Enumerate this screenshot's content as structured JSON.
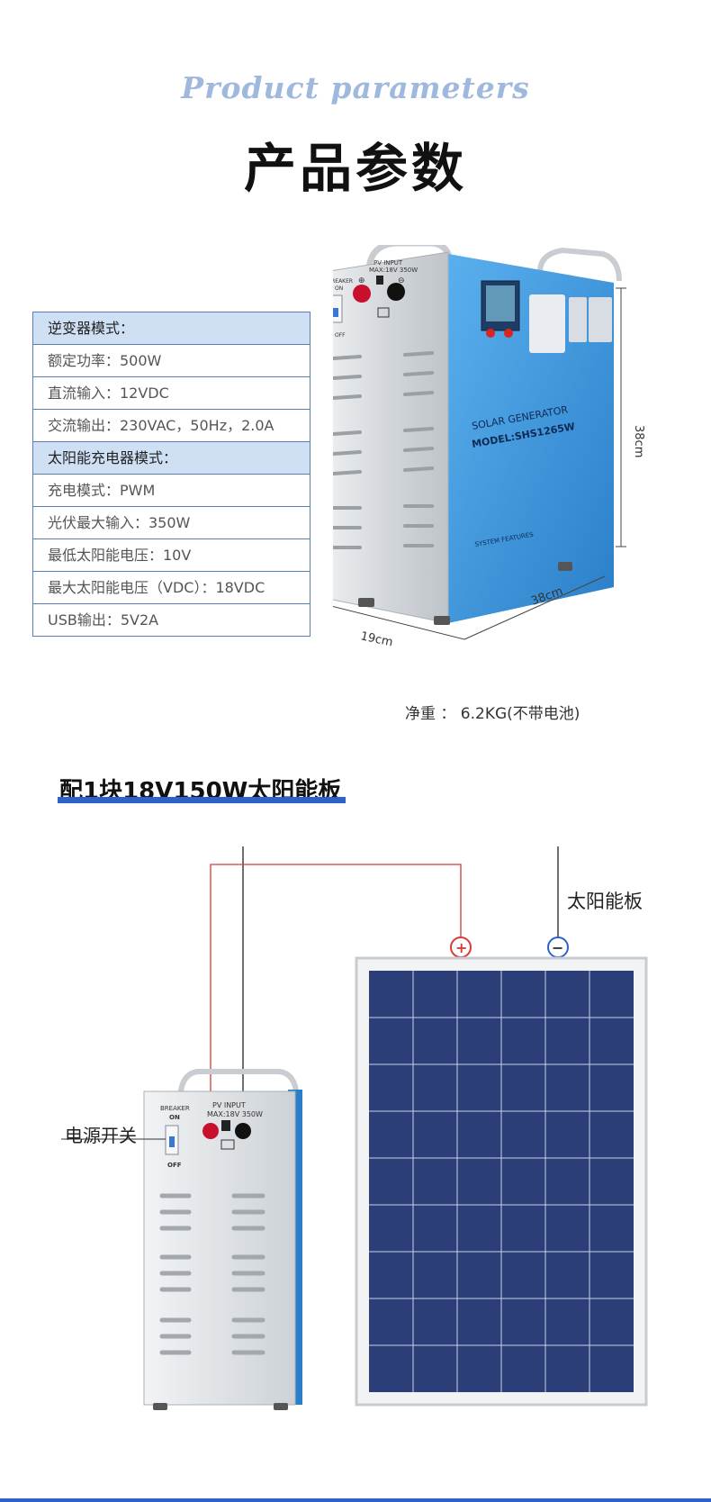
{
  "header": {
    "title_en": "Product parameters",
    "title_cn": "产品参数"
  },
  "spec_table": {
    "rows": [
      {
        "text": "逆变器模式：",
        "section": true
      },
      {
        "text": "额定功率：500W",
        "section": false
      },
      {
        "text": "直流输入：12VDC",
        "section": false
      },
      {
        "text": "交流输出：230VAC，50Hz，2.0A",
        "section": false
      },
      {
        "text": "太阳能充电器模式：",
        "section": true
      },
      {
        "text": "充电模式：PWM",
        "section": false
      },
      {
        "text": "光伏最大输入：350W",
        "section": false
      },
      {
        "text": "最低太阳能电压：10V",
        "section": false
      },
      {
        "text": "最大太阳能电压（VDC）：18VDC",
        "section": false
      },
      {
        "text": "USB输出：5V2A",
        "section": false
      }
    ]
  },
  "product": {
    "pv_input_label": "PV INPUT",
    "pv_input_max": "MAX:18V 350W",
    "breaker_label": "BREAKER",
    "on_label": "ON",
    "off_label": "OFF",
    "brand_line1": "SOLAR GENERATOR",
    "brand_line2": "MODEL:SHS1265W",
    "features_title": "SYSTEM FEATURES",
    "dim_height": "38cm",
    "dim_depth": "38cm",
    "dim_width": "19cm",
    "weight_text": "净重 ： 6.2KG(不带电池)"
  },
  "panel_section": {
    "heading": "配1块18V150W太阳能板",
    "label_panel": "太阳能板",
    "label_switch": "电源开关",
    "plus_sign": "+",
    "minus_sign": "−"
  },
  "colors": {
    "accent_blue": "#2d62c8",
    "table_header_bg": "#cfe0f5",
    "table_border": "#5a7fb8",
    "title_en_color": "#9fb8de",
    "device_blue": "#2f8fd8",
    "panel_cell": "#2c3e78",
    "wire_red": "#d63a3a"
  }
}
